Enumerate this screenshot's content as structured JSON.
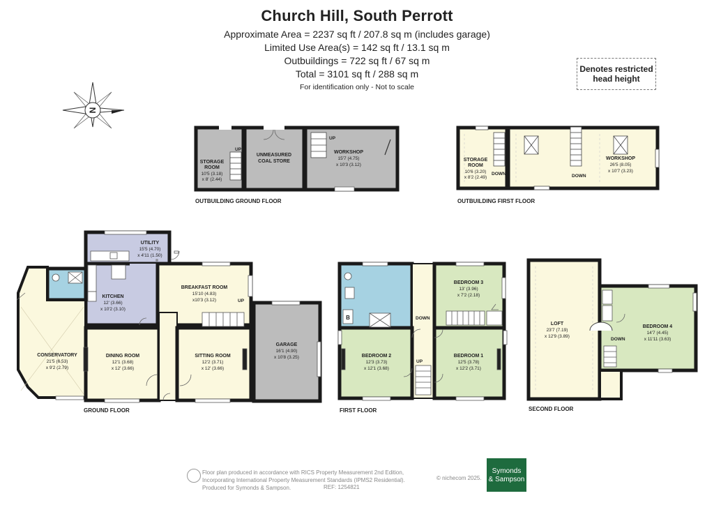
{
  "title": "Church Hill, South Perrott",
  "area_lines": [
    "Approximate Area = 2237 sq ft / 207.8 sq m (includes garage)",
    "Limited Use Area(s) = 142 sq ft / 13.1 sq m",
    "Outbuildings = 722 sq ft / 67 sq m",
    "Total = 3101 sq ft / 288 sq m"
  ],
  "disclaimer": "For identification only - Not to scale",
  "legend": {
    "line1": "Denotes restricted",
    "line2": "head height"
  },
  "compass_label": "N",
  "floors": {
    "outbuilding_ground": "OUTBUILDING GROUND FLOOR",
    "outbuilding_first": "OUTBUILDING  FIRST FLOOR",
    "ground": "GROUND FLOOR",
    "first": "FIRST FLOOR",
    "second": "SECOND FLOOR"
  },
  "rooms": {
    "storage_g": {
      "name": [
        "STORAGE",
        "ROOM"
      ],
      "dims": [
        "10'5 (3.18)",
        "x 8' (2.44)"
      ]
    },
    "coal": {
      "name": [
        "UNMEASURED",
        "COAL STORE"
      ]
    },
    "workshop_g": {
      "name": [
        "WORKSHOP"
      ],
      "dims": [
        "15'7 (4.75)",
        "x 10'3 (3.12)"
      ]
    },
    "storage_f": {
      "name": [
        "STORAGE",
        "ROOM"
      ],
      "dims": [
        "10'6 (3.20)",
        "x 8'2 (2.49)"
      ]
    },
    "workshop_f": {
      "name": [
        "WORKSHOP"
      ],
      "dims": [
        "26'5 (8.05)",
        "x 10'7 (3.23)"
      ]
    },
    "utility": {
      "name": [
        "UTILITY"
      ],
      "dims": [
        "15'5 (4.70)",
        "x 4'11 (1.50)"
      ]
    },
    "kitchen": {
      "name": [
        "KITCHEN"
      ],
      "dims": [
        "12' (3.66)",
        "x 10'2 (3.10)"
      ]
    },
    "breakfast": {
      "name": [
        "BREAKFAST ROOM"
      ],
      "dims": [
        "15'10 (4.83)",
        "x10'3 (3.12)"
      ]
    },
    "conservatory": {
      "name": [
        "CONSERVATORY"
      ],
      "dims": [
        "21'5 (6.53)",
        "x 9'2 (2.79)"
      ]
    },
    "dining": {
      "name": [
        "DINING ROOM"
      ],
      "dims": [
        "12'1 (3.68)",
        "x 12' (3.66)"
      ]
    },
    "sitting": {
      "name": [
        "SITTING ROOM"
      ],
      "dims": [
        "12'2 (3.71)",
        "x 12' (3.66)"
      ]
    },
    "garage": {
      "name": [
        "GARAGE"
      ],
      "dims": [
        "16'1 (4.90)",
        "x 10'8 (3.25)"
      ]
    },
    "bed3": {
      "name": [
        "BEDROOM 3"
      ],
      "dims": [
        "13' (3.96)",
        "x 7'2 (2.18)"
      ]
    },
    "bed2": {
      "name": [
        "BEDROOM 2"
      ],
      "dims": [
        "12'3 (3.73)",
        "x 12'1 (3.68)"
      ]
    },
    "bed1": {
      "name": [
        "BEDROOM 1"
      ],
      "dims": [
        "12'5 (3.78)",
        "x 12'2 (3.71)"
      ]
    },
    "loft": {
      "name": [
        "LOFT"
      ],
      "dims": [
        "23'7 (7.19)",
        "x 12'9 (3.89)"
      ]
    },
    "bed4": {
      "name": [
        "BEDROOM 4"
      ],
      "dims": [
        "14'7 (4.45)",
        "x 11'11 (3.63)"
      ]
    }
  },
  "stair_labels": {
    "up": "UP",
    "down": "DOWN",
    "bath_b": "B"
  },
  "footer": {
    "lines": [
      "Floor plan produced in accordance with RICS Property Measurement 2nd Edition,",
      "Incorporating International Property Measurement Standards (IPMS2 Residential).",
      "Produced for Symonds & Sampson."
    ],
    "copyright": "© nichecom 2025.",
    "ref": "REF:  1254821",
    "brand": [
      "Symonds",
      "& Sampson"
    ]
  },
  "colors": {
    "wall": "#1a1a1a",
    "outbuilding_floor": "#bcbcbc",
    "living_floor": "#fbf8de",
    "kitchen_floor": "#c8cbe2",
    "bathroom_floor": "#a6d2e2",
    "bedroom_floor": "#d8e8c0",
    "garage_floor": "#bcbcbc",
    "brand": "#1e6b3e"
  }
}
